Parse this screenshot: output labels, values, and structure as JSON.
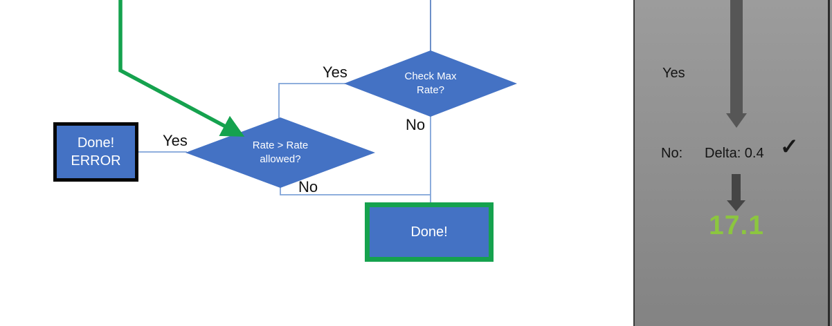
{
  "flowchart": {
    "decision_max": {
      "line1": "Check Max",
      "line2": "Rate?"
    },
    "decision_rate": {
      "line1": "Rate > Rate",
      "line2": "allowed?"
    },
    "error_box": {
      "line1": "Done!",
      "line2": "ERROR"
    },
    "done_box": {
      "label": "Done!"
    },
    "edge_labels": {
      "max_yes": "Yes",
      "max_no": "No",
      "rate_yes": "Yes",
      "rate_no": "No"
    }
  },
  "panel": {
    "yes_label": "Yes",
    "no_label": "No:",
    "delta_text": "Delta: 0.4",
    "check_icon": "✓",
    "result_value": "17.1"
  },
  "colors": {
    "shape_blue": "#4472C4",
    "accent_green": "#15A24E",
    "result_green": "#8CC63F",
    "connector_blue": "#7FA3D8",
    "arrow_gray": "#545454"
  }
}
